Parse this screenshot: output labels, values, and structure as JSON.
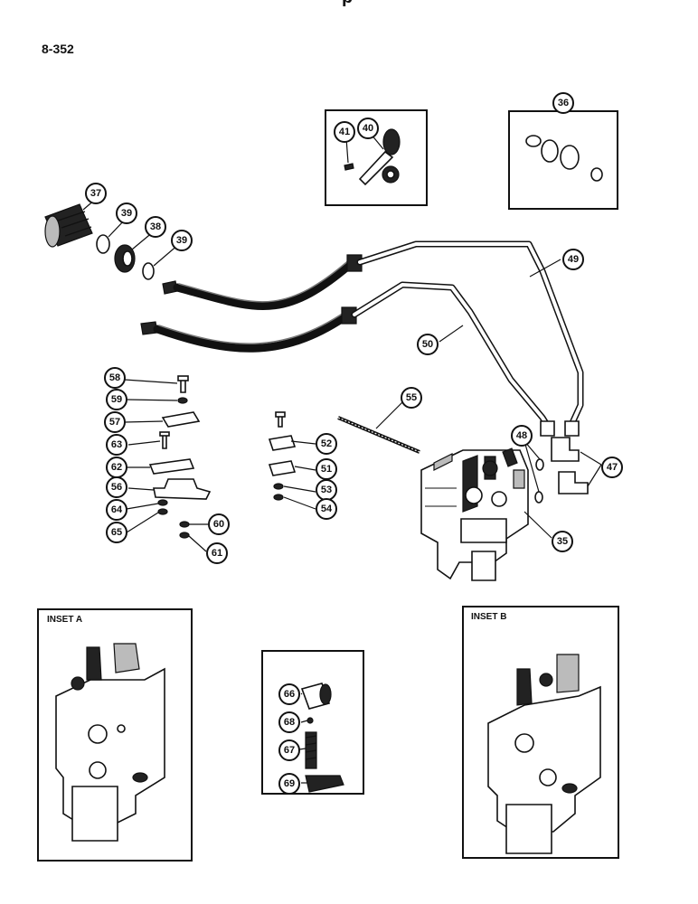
{
  "page_number": "8-352",
  "top_fragment": "p",
  "insets": {
    "a_title": "INSET A",
    "b_title": "INSET B"
  },
  "callouts": [
    "35",
    "36",
    "37",
    "38",
    "39",
    "39",
    "40",
    "41",
    "47",
    "48",
    "49",
    "50",
    "51",
    "52",
    "53",
    "54",
    "55",
    "56",
    "57",
    "58",
    "59",
    "60",
    "61",
    "62",
    "63",
    "64",
    "65",
    "66",
    "67",
    "68",
    "69"
  ]
}
